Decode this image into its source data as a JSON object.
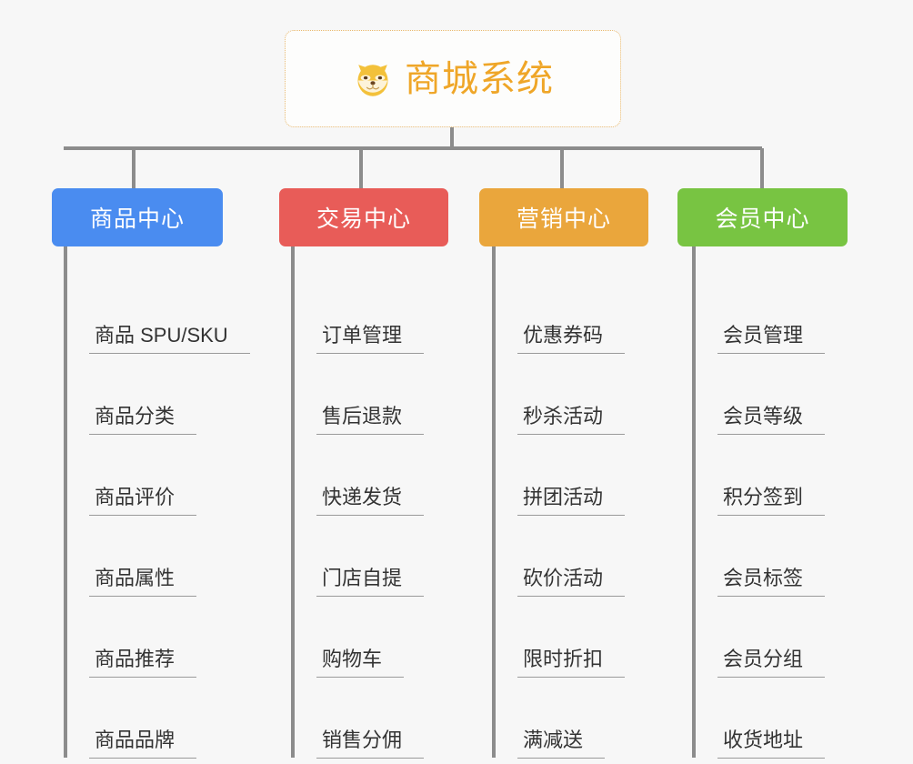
{
  "diagram": {
    "type": "org-chart",
    "background_color": "#f7f7f7",
    "connector_color": "#8c8c8c",
    "leaf_rule_color": "#9a9a9a",
    "leaf_text_color": "#333333"
  },
  "root": {
    "title": "商城系统",
    "icon": "shiba-dog-emoji",
    "text_color": "#efa628",
    "border_color": "#e8b86d",
    "background": "#fdfdfc"
  },
  "branches": [
    {
      "id": "product-center",
      "label": "商品中心",
      "color": "#4a8cf0",
      "items": [
        "商品 SPU/SKU",
        "商品分类",
        "商品评价",
        "商品属性",
        "商品推荐",
        "商品品牌"
      ]
    },
    {
      "id": "trade-center",
      "label": "交易中心",
      "color": "#e85c58",
      "items": [
        "订单管理",
        "售后退款",
        "快递发货",
        "门店自提",
        "购物车",
        "销售分佣"
      ]
    },
    {
      "id": "marketing-center",
      "label": "营销中心",
      "color": "#eaa63c",
      "items": [
        "优惠券码",
        "秒杀活动",
        "拼团活动",
        "砍价活动",
        "限时折扣",
        "满减送"
      ]
    },
    {
      "id": "member-center",
      "label": "会员中心",
      "color": "#78c442",
      "items": [
        "会员管理",
        "会员等级",
        "积分签到",
        "会员标签",
        "会员分组",
        "收货地址"
      ]
    }
  ]
}
